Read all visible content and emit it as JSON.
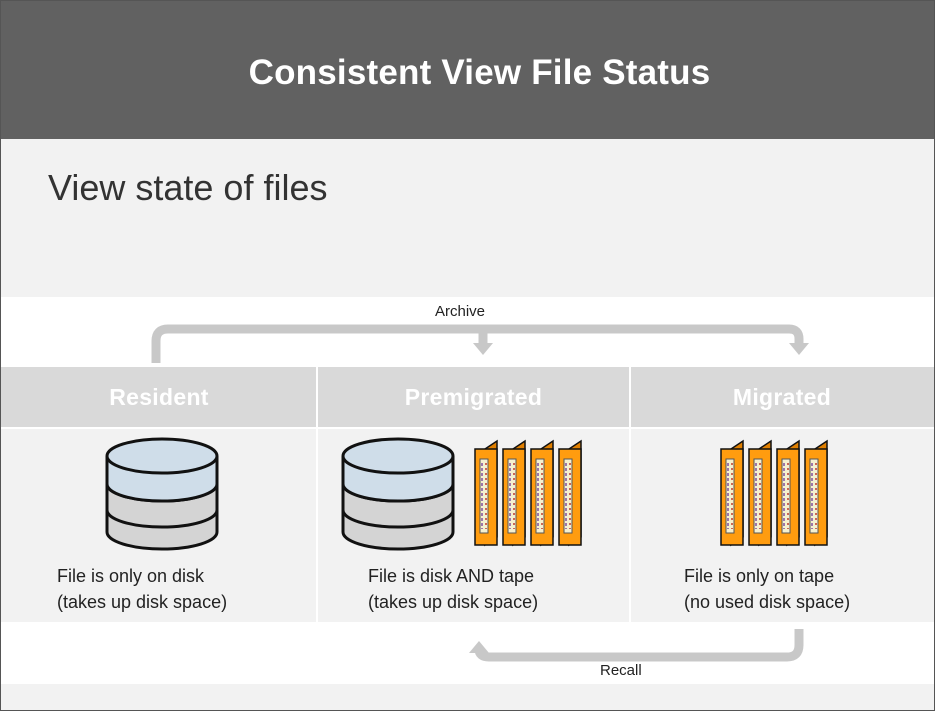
{
  "header": {
    "title": "Consistent View File Status"
  },
  "subtitle": "View state of files",
  "flows": {
    "archive_label": "Archive",
    "recall_label": "Recall"
  },
  "states": [
    {
      "label": "Resident",
      "caption_line1": "File is only on disk",
      "caption_line2": "(takes up disk space)",
      "icons": [
        "disk-icon"
      ]
    },
    {
      "label": "Premigrated",
      "caption_line1": "File is disk AND tape",
      "caption_line2": "(takes up disk space)",
      "icons": [
        "disk-icon",
        "tape-cartridges-icon"
      ]
    },
    {
      "label": "Migrated",
      "caption_line1": "File is only on tape",
      "caption_line2": "(no used disk space)",
      "icons": [
        "tape-cartridges-icon"
      ]
    }
  ],
  "colors": {
    "header_bg": "#616161",
    "page_bg": "#f2f2f2",
    "column_header_bg": "#d9d9d9",
    "arrow": "#c8c8c8",
    "disk_top": "#cfdde9",
    "disk_body": "#d4d4d4",
    "tape_orange": "#ff9c0f",
    "tape_label": "#f5f0d0"
  }
}
